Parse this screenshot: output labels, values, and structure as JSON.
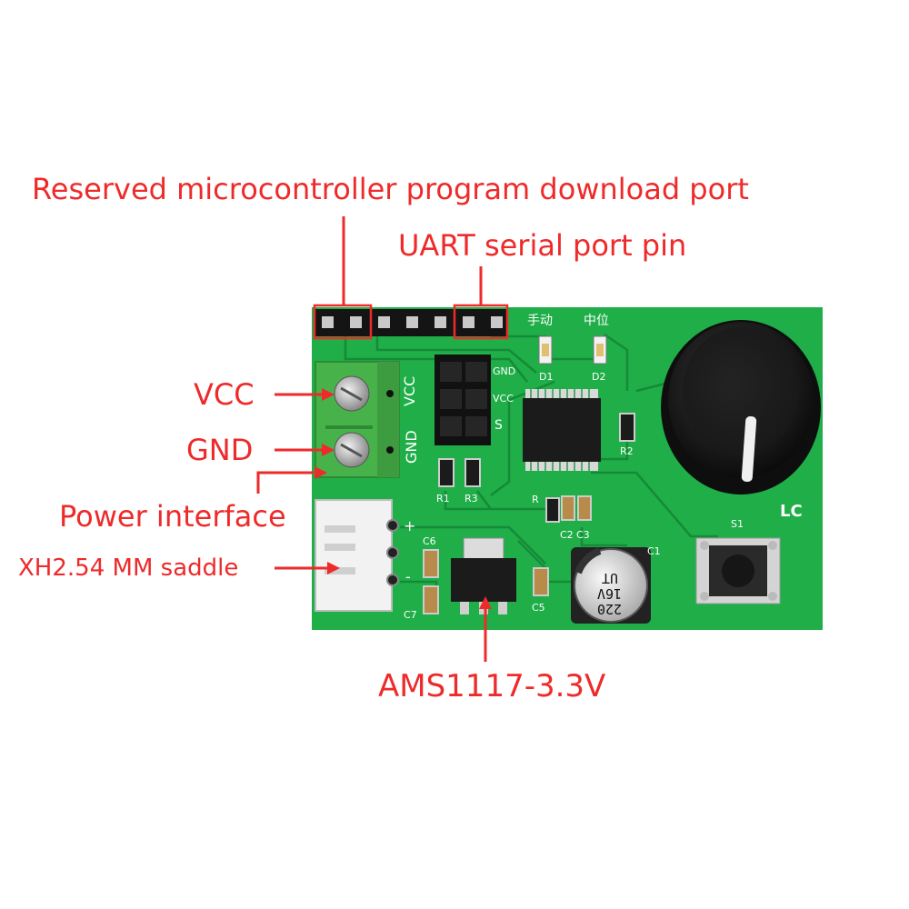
{
  "annotations": {
    "download_port": "Reserved microcontroller program download port",
    "uart_pins": "UART serial port pin",
    "vcc": "VCC",
    "gnd": "GND",
    "power_interface": "Power interface",
    "xh_saddle": "XH2.54 MM saddle",
    "regulator": "AMS1117-3.3V"
  },
  "board": {
    "silk_manual": "手动",
    "silk_center": "中位",
    "silk_vcc_vertical": "VCC",
    "silk_gnd_vertical": "GND",
    "silk_gnd_small": "GND",
    "silk_vcc_small": "VCC",
    "silk_s": "S",
    "silk_d1": "D1",
    "silk_d2": "D2",
    "silk_r1": "R1",
    "silk_r2": "R2",
    "silk_r3": "R3",
    "silk_r_small": "R",
    "silk_c1": "C1",
    "silk_c2": "C2",
    "silk_c3": "C3",
    "silk_c5": "C5",
    "silk_c6": "C6",
    "silk_c7": "C7",
    "silk_lc": "LC",
    "silk_s1": "S1",
    "silk_plus": "+",
    "silk_minus": "-",
    "cap_label_1": "220",
    "cap_label_2": "16V",
    "cap_label_3": "UT"
  },
  "colors": {
    "pcb": "#1fae48",
    "annotation_red": "#ee2a2a",
    "terminal_green": "#48b24a"
  }
}
